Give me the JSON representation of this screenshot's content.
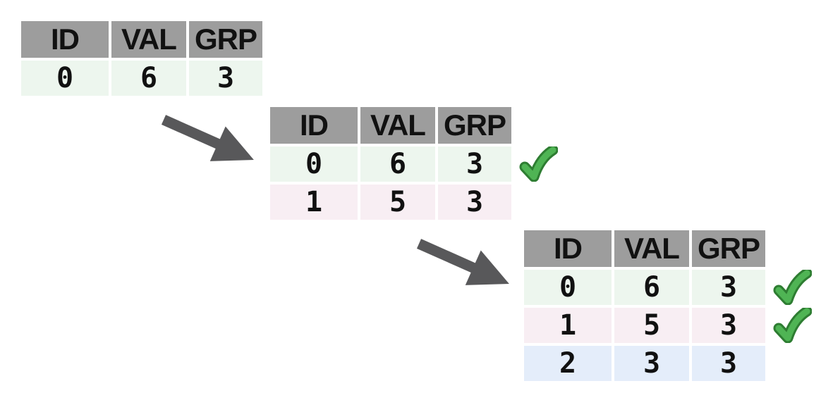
{
  "diagram": {
    "columns": [
      "ID",
      "VAL",
      "GRP"
    ],
    "tables": [
      {
        "name": "table-step-1",
        "rows": [
          {
            "cells": [
              "0",
              "6",
              "3"
            ],
            "checked": false
          }
        ]
      },
      {
        "name": "table-step-2",
        "rows": [
          {
            "cells": [
              "0",
              "6",
              "3"
            ],
            "checked": true
          },
          {
            "cells": [
              "1",
              "5",
              "3"
            ],
            "checked": false
          }
        ]
      },
      {
        "name": "table-step-3",
        "rows": [
          {
            "cells": [
              "0",
              "6",
              "3"
            ],
            "checked": true
          },
          {
            "cells": [
              "1",
              "5",
              "3"
            ],
            "checked": true
          },
          {
            "cells": [
              "2",
              "3",
              "3"
            ],
            "checked": false
          }
        ]
      }
    ]
  },
  "icons": {
    "checkmark": "green-checkmark-icon",
    "arrow": "gray-diagonal-arrow-icon"
  },
  "colors": {
    "background": "#ffffff",
    "header_bg": "#9d9d9d",
    "header_text": "#111111",
    "cell_text": "#111111",
    "row_colors": [
      "#edf6ee",
      "#f8eef3",
      "#e4edfa"
    ],
    "arrow": "#58585a",
    "check_fill": "#4fb454",
    "check_stroke": "#2e7d32"
  }
}
